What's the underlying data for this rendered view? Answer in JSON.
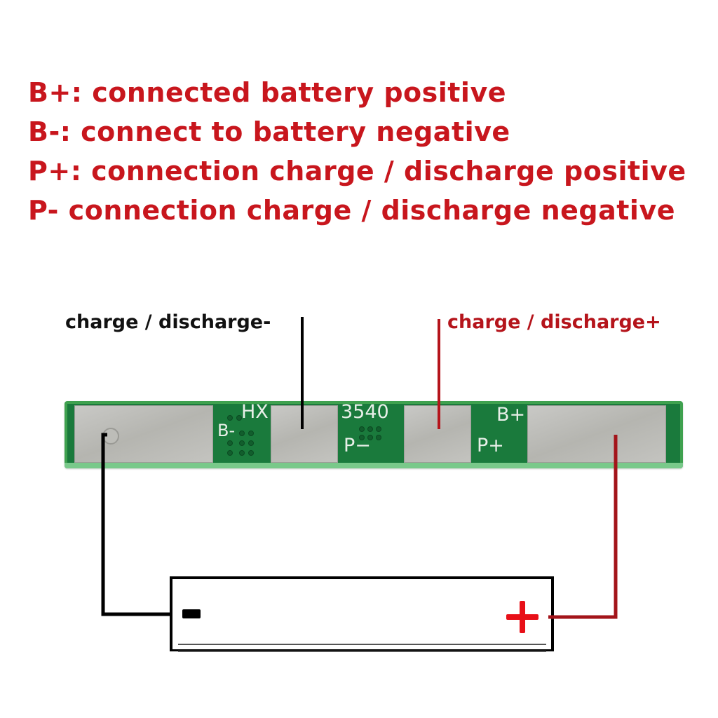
{
  "legend": {
    "lines": [
      "B+: connected battery positive",
      "B-: connect to battery negative",
      "P+: connection charge / discharge positive",
      "P- connection charge / discharge negative"
    ]
  },
  "labels": {
    "negative": "charge / discharge-",
    "positive": "charge / discharge+"
  },
  "board": {
    "silkscreen": {
      "hx": "HX",
      "b_minus": "B-",
      "model": "3540",
      "p_minus": "P−",
      "b_plus": "B+",
      "p_plus": "P+"
    }
  },
  "battery": {
    "negative_symbol": "−",
    "positive_symbol": "+"
  },
  "colors": {
    "legend_red": "#c8161d",
    "positive_wire": "#b5141b",
    "negative_wire": "#000000",
    "pcb_green": "#1a7a3c",
    "pad_silver": "#c0c0bb"
  }
}
